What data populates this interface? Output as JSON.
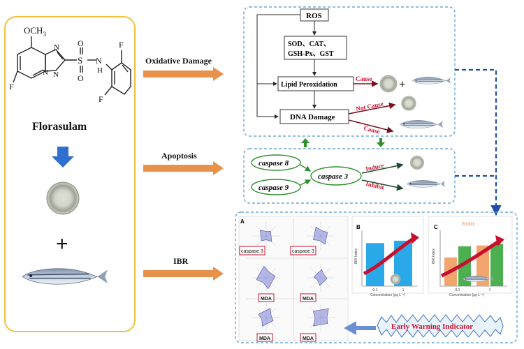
{
  "left_panel": {
    "substituent_top": "OCH",
    "substituent_top_sub": "3",
    "atom_n1": "N",
    "atom_n2": "N",
    "atom_n3": "N",
    "atom_s": "S",
    "atom_o1": "O",
    "atom_o2": "O",
    "atom_nh": "N",
    "atom_h": "H",
    "atom_f1": "F",
    "atom_f2": "F",
    "atom_f3": "F",
    "compound_name": "Florasulam",
    "plus": "+"
  },
  "arrows": {
    "oxidative_label": "Oxidative Damage",
    "apoptosis_label": "Apoptosis",
    "ibr_label": "IBR"
  },
  "oxidative_box": {
    "ros": "ROS",
    "enzymes_line1": "SOD、CAT、",
    "enzymes_line2": "GSH-Px、GST",
    "lipid": "Lipid Peroxidation",
    "dna": "DNA Damage",
    "cause1": "Cause",
    "not_cause": "Not Cause",
    "cause2": "Cause",
    "plus": "+"
  },
  "apoptosis_box": {
    "caspase8": "caspase 8",
    "caspase9": "caspase 9",
    "caspase3": "caspase 3",
    "induce": "Induce",
    "inhibit": "Inhibit"
  },
  "ibr_box": {
    "panel_a": "A",
    "panel_b": "B",
    "panel_c": "C",
    "tag_caspase": "caspase 3",
    "tag_mda": "MDA",
    "axis_label": "Concentration (μg L⁻¹)",
    "ibr_axis": "IBR Index",
    "legend_c": "EII IIIII",
    "warning": "Early Warning Indicator"
  },
  "chart_data": [
    {
      "type": "bar",
      "panel": "B",
      "categories": [
        "0.1",
        "1"
      ],
      "values": [
        27.0,
        28.5
      ],
      "ylim": [
        0,
        35
      ]
    },
    {
      "type": "bar",
      "panel": "C",
      "categories": [
        "0.1",
        "1"
      ],
      "series": [
        {
          "values": [
            3.6,
            5.1
          ]
        },
        {
          "values": [
            5.0,
            5.3
          ]
        }
      ],
      "ylim": [
        0,
        7
      ]
    }
  ],
  "colors": {
    "accent_orange": "#e8914a",
    "accent_red": "#c8102e",
    "box_border": "#6aa9d8",
    "caspase_border": "#2f8f2f",
    "panel_yellow": "#f2c13e",
    "arrow_blue": "#2f6fcf",
    "arrow_green": "#1c6b3a",
    "bar_blue": "#2aa9e8",
    "bar_orange": "#f2a66e",
    "bar_green": "#4caf50"
  }
}
